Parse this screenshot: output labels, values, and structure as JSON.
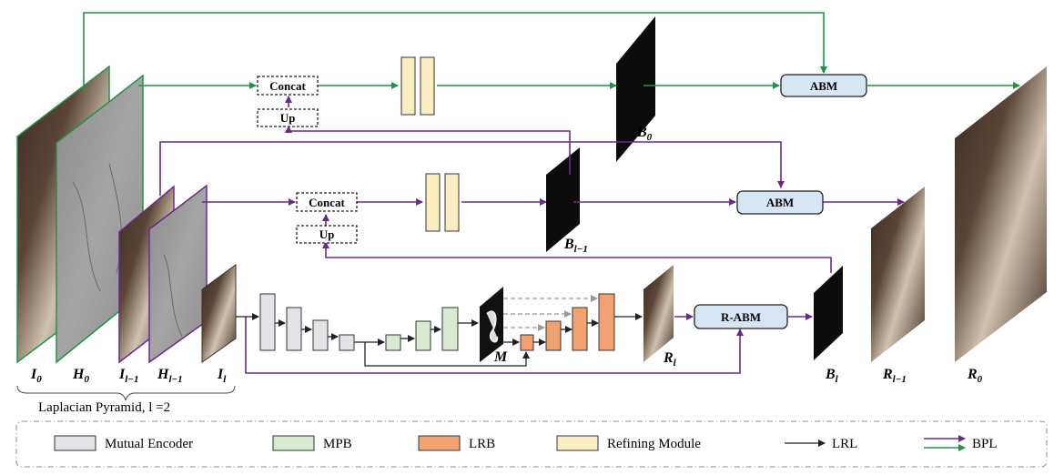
{
  "colors": {
    "green": "#1f9447",
    "purple": "#6a2a8a",
    "black": "#222222",
    "gray_dash": "#9a9a9a",
    "encoder": "#e4e4e8",
    "mpb": "#d8ead0",
    "lrb": "#f2a270",
    "refine": "#fbeec3",
    "abm": "#d7e6f4"
  },
  "modules": {
    "concat": "Concat",
    "up": "Up",
    "abm": "ABM",
    "rabm": "R-ABM"
  },
  "labels": {
    "I0": {
      "base": "I",
      "sub": "0"
    },
    "H0": {
      "base": "H",
      "sub": "0"
    },
    "Il1": {
      "base": "I",
      "sub": "l−1"
    },
    "Hl1": {
      "base": "H",
      "sub": "l−1"
    },
    "Il": {
      "base": "I",
      "sub": "l"
    },
    "B0": {
      "base": "B",
      "sub": "0"
    },
    "Bl1": {
      "base": "B",
      "sub": "l−1"
    },
    "Bl": {
      "base": "B",
      "sub": "l"
    },
    "M": {
      "base": "M",
      "sub": ""
    },
    "Rl": {
      "base": "R",
      "sub": "l"
    },
    "Rl1": {
      "base": "R",
      "sub": "l−1"
    },
    "R0": {
      "base": "R",
      "sub": "0"
    }
  },
  "pyramid_caption": "Laplacian Pyramid, l =2",
  "legend": {
    "encoder": "Mutual Encoder",
    "mpb": "MPB",
    "lrb": "LRB",
    "refine": "Refining Module",
    "lrl": "LRL",
    "bpl": "BPL"
  }
}
